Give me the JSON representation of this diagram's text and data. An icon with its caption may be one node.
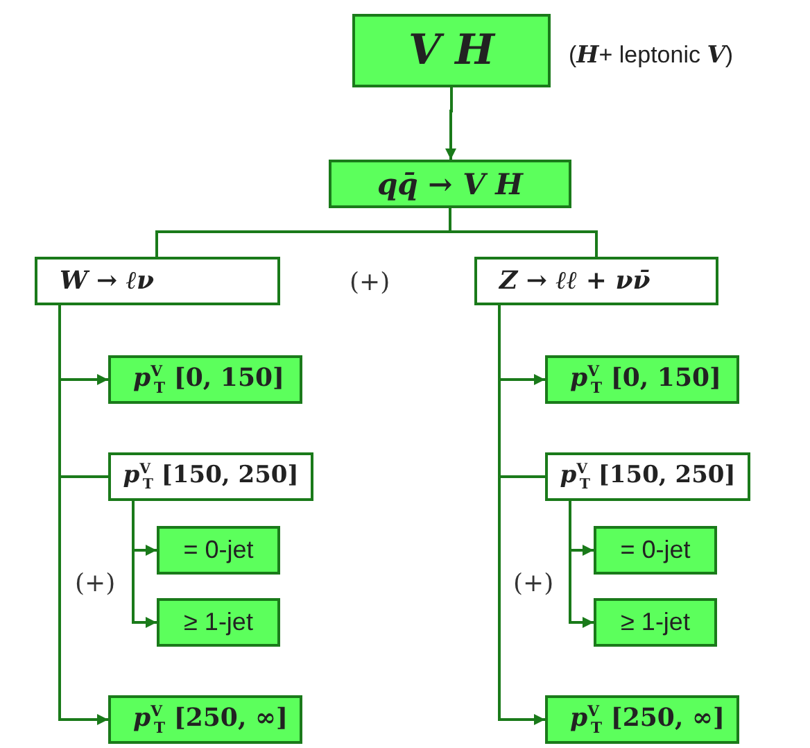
{
  "diagram": {
    "nodes": [
      {
        "text": [
          "V H"
        ],
        "beside": [
          "(**H**+ leptonic **V**)"
        ]
      },
      {
        "text": [
          "qq̄ → V H"
        ]
      },
      {
        "text": [
          "W → ℓν"
        ]
      },
      {
        "text": [
          "Z → ℓℓ + νν̄"
        ]
      },
      {
        "text": [
          "*p*$^{V}$$_{T}$ [0, 150]"
        ]
      },
      {
        "text": [
          "*p*$^{V}$$_{T}$ [150, 250]"
        ]
      },
      {
        "text": [
          "= 0-jet"
        ]
      },
      {
        "text": [
          "≥ 1-jet"
        ]
      },
      {
        "text": [
          "*p*$^{V}$$_{T}$ [250, ∞]"
        ]
      },
      {
        "text": [
          "*p*$^{V}$$_{T}$ [0, 150]"
        ]
      },
      {
        "text": [
          "*p*$^{V}$$_{T}$ [150, 250]"
        ]
      },
      {
        "text": [
          "= 0-jet"
        ]
      },
      {
        "text": [
          "≥ 1-jet"
        ]
      },
      {
        "text": [
          "*p*$^{V}$$_{T}$ [250, ∞]"
        ]
      }
    ],
    "edges": [
      {
        "from": 0,
        "to": 1,
        "arrow": "to"
      },
      {
        "from": 1,
        "to": 2,
        "arrow": "none"
      },
      {
        "from": 1,
        "to": 3,
        "arrow": "none"
      },
      {
        "from": 2,
        "to": 4,
        "arrow": "to"
      },
      {
        "from": 2,
        "to": 5,
        "arrow": "none"
      },
      {
        "from": 2,
        "to": 8,
        "arrow": "to"
      },
      {
        "from": 5,
        "to": 6,
        "arrow": "to"
      },
      {
        "from": 5,
        "to": 7,
        "arrow": "to"
      },
      {
        "from": 3,
        "to": 9,
        "arrow": "to"
      },
      {
        "from": 3,
        "to": 10,
        "arrow": "none"
      },
      {
        "from": 3,
        "to": 13,
        "arrow": "to"
      },
      {
        "from": 10,
        "to": 11,
        "arrow": "to"
      },
      {
        "from": 10,
        "to": 12,
        "arrow": "to"
      }
    ],
    "labels": [
      "(+)",
      "(+)",
      "(+)"
    ]
  }
}
